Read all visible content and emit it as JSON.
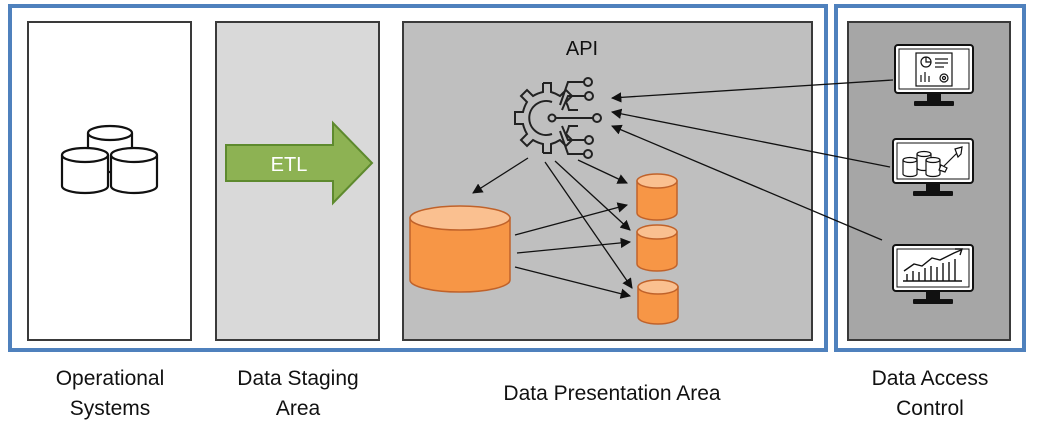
{
  "diagram": {
    "api_label": "API",
    "etl_label": "ETL",
    "captions": {
      "operational_systems": [
        "Operational",
        "Systems"
      ],
      "data_staging_area": [
        "Data Staging",
        "Area"
      ],
      "data_presentation_area": [
        "Data Presentation Area"
      ],
      "data_access_control": [
        "Data Access",
        "Control"
      ]
    },
    "colors": {
      "frame_blue": "#4f81bd",
      "panel_white": "#ffffff",
      "panel_staging": "#d9d9d9",
      "panel_presentation": "#bfbfbf",
      "panel_access": "#a6a6a6",
      "etl_arrow": "#8db253",
      "etl_arrow_border": "#5e8a2e",
      "cylinder_orange": "#f79646",
      "cylinder_top": "#fac090",
      "cylinder_border": "#c0622a",
      "ink": "#222222"
    },
    "icons": [
      "database-stack-icon",
      "etl-arrow-icon",
      "api-gear-network-icon",
      "monitor-report-icon",
      "monitor-database-icon",
      "monitor-chart-icon"
    ]
  }
}
